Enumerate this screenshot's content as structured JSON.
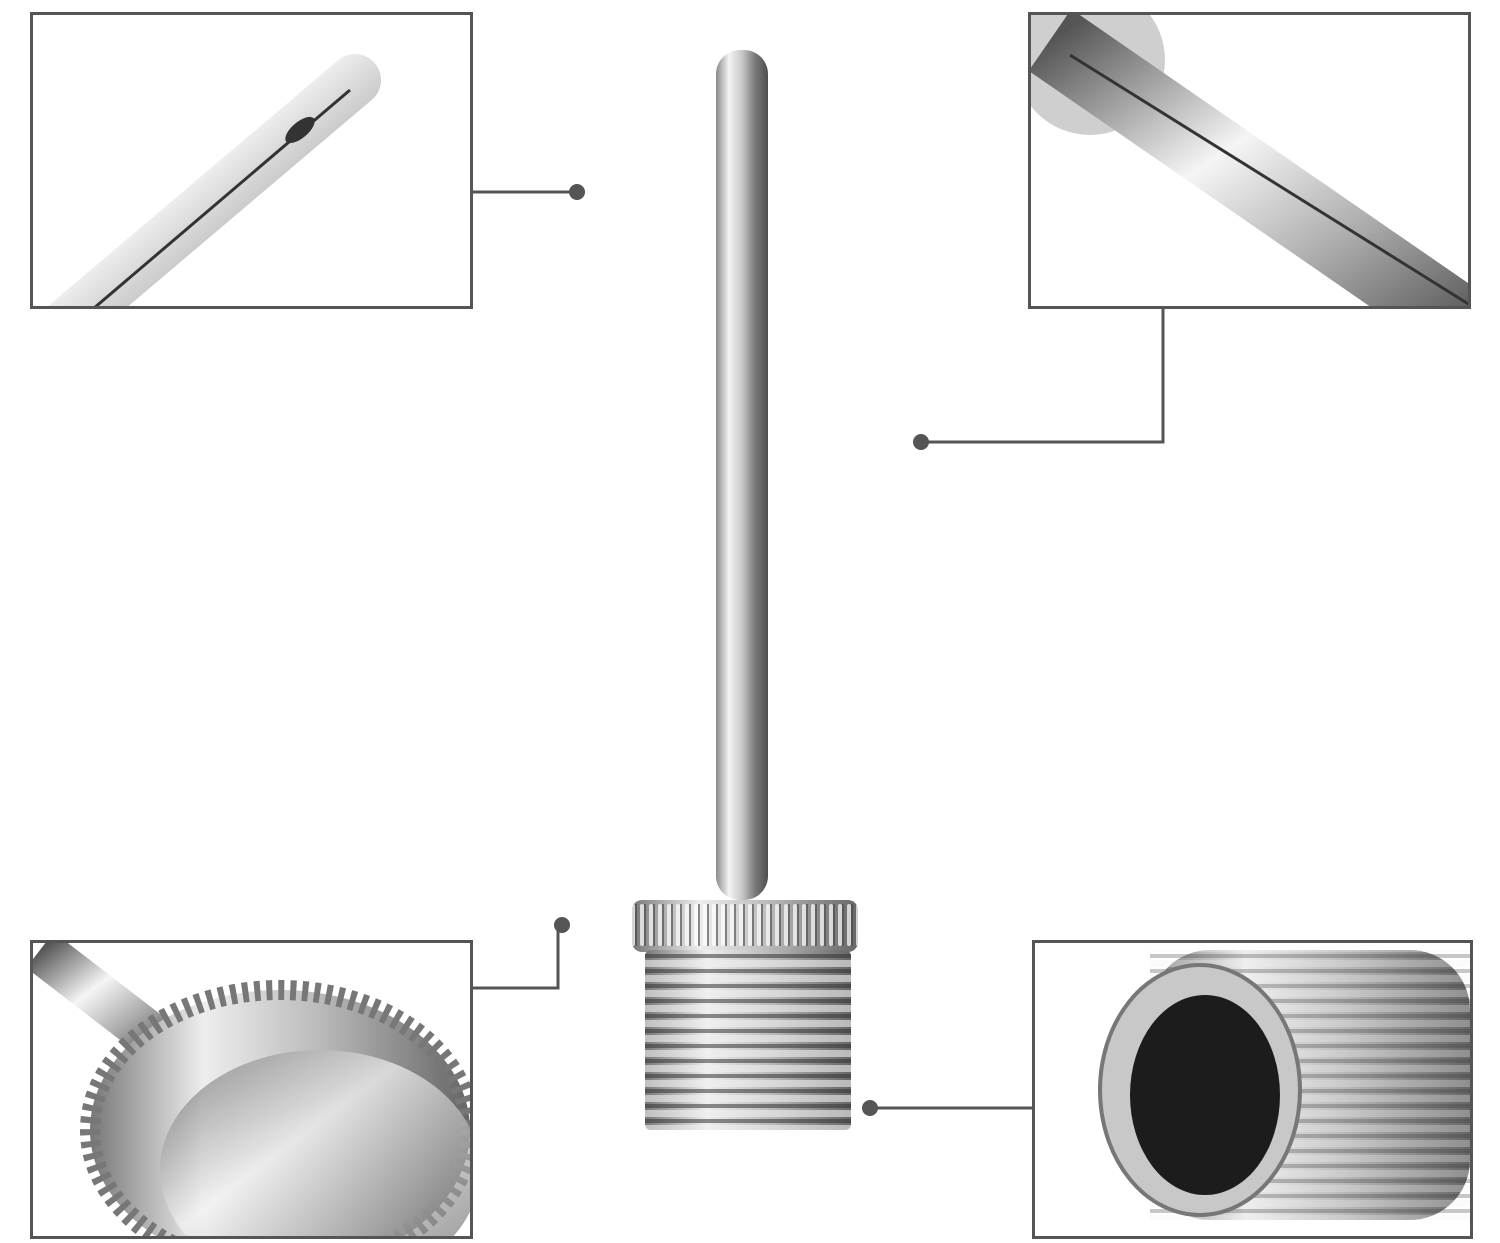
{
  "image": {
    "subject": "inflation-needle-product-detail",
    "colors": {
      "frame": "#555555",
      "connector": "#555555",
      "metal_light": "#f2f2f2",
      "metal_mid": "#b8b8b8",
      "metal_dark": "#5a5a5a",
      "background": "#ffffff"
    },
    "callouts": [
      {
        "id": "needle-tip-closeup"
      },
      {
        "id": "needle-shaft-closeup"
      },
      {
        "id": "knurled-nut-closeup"
      },
      {
        "id": "threaded-base-closeup"
      }
    ]
  }
}
